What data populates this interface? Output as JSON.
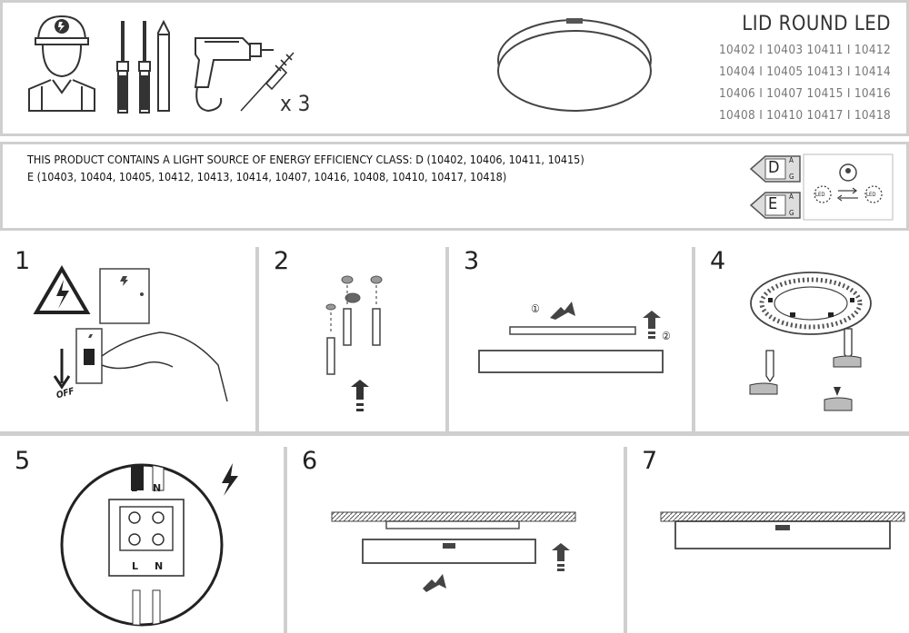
{
  "header": {
    "title": "LID ROUND LED",
    "codes": [
      "10402 I 10403  10411 I 10412",
      "10404 I 10405  10413 I 10414",
      "10406 I 10407  10415 I 10416",
      "10408 I 10410  10417 I 10418"
    ],
    "tools_quantity": "x 3"
  },
  "energy": {
    "line1": "THIS PRODUCT CONTAINS A LIGHT SOURCE OF ENERGY EFFICIENCY CLASS: D (10402, 10406, 10411, 10415)",
    "line2": "E (10403, 10404, 10405, 10412, 10413, 10414, 10407, 10416, 10408, 10410, 10417, 10418)",
    "class_top": "D",
    "class_bottom": "E",
    "scale_top": "A",
    "scale_bottom": "G",
    "led_label": "LED"
  },
  "steps": {
    "s1": {
      "number": "1",
      "switch_label": "OFF"
    },
    "s2": {
      "number": "2"
    },
    "s3": {
      "number": "3",
      "mark1": "①",
      "mark2": "②"
    },
    "s4": {
      "number": "4"
    },
    "s5": {
      "number": "5",
      "wire_l": "L",
      "wire_n": "N",
      "term_l": "L",
      "term_n": "N"
    },
    "s6": {
      "number": "6"
    },
    "s7": {
      "number": "7"
    }
  },
  "colors": {
    "frame": "#cfcfcf",
    "ink": "#222222",
    "arrow": "#333333"
  }
}
